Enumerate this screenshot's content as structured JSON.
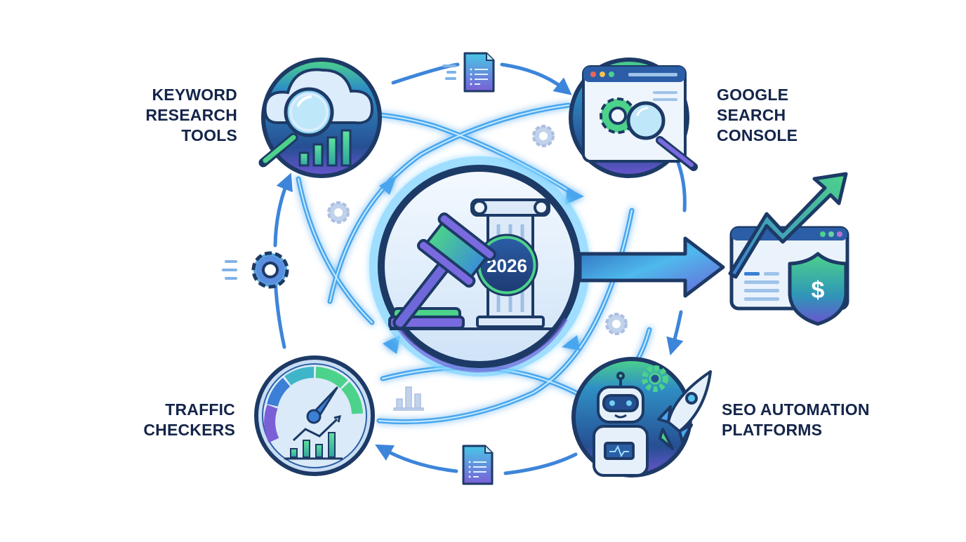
{
  "diagram": {
    "center": {
      "name": "SEO legal compliance hub",
      "icons": [
        "gavel-icon",
        "column-icon"
      ],
      "year_badge": "2026"
    },
    "nodes": [
      {
        "id": "keyword-research-tools",
        "lines": [
          "KEYWORD",
          "RESEARCH",
          "TOOLS"
        ],
        "icon": "cloud-magnifier-chart-icon",
        "position": "top-left"
      },
      {
        "id": "google-search-console",
        "lines": [
          "GOOGLE",
          "SEARCH",
          "CONSOLE"
        ],
        "icon": "browser-gear-magnifier-icon",
        "position": "top-right"
      },
      {
        "id": "traffic-checkers",
        "lines": [
          "TRAFFIC",
          "CHECKERS"
        ],
        "icon": "speedometer-chart-icon",
        "position": "bottom-left"
      },
      {
        "id": "seo-automation-platforms",
        "lines": [
          "SEO AUTOMATION",
          "PLATFORMS"
        ],
        "icon": "robot-rocket-icon",
        "position": "bottom-right"
      }
    ],
    "output": {
      "name": "revenue growth",
      "icons": [
        "trend-up-arrow-icon",
        "browser-window-icon",
        "dollar-shield-icon"
      ],
      "shield_symbol": "$"
    },
    "decorations": [
      "document-icon",
      "gear-icon",
      "bar-chart-icon"
    ],
    "flow": "clockwise cycle between tools with center feeding output arrow"
  },
  "colors": {
    "navy": "#14254a",
    "outline": "#1d3a66",
    "blue": "#3b82d6",
    "light_blue": "#58c4ee",
    "green": "#4cd28a",
    "purple": "#7a5fd6",
    "pale": "#e6f1fb"
  }
}
